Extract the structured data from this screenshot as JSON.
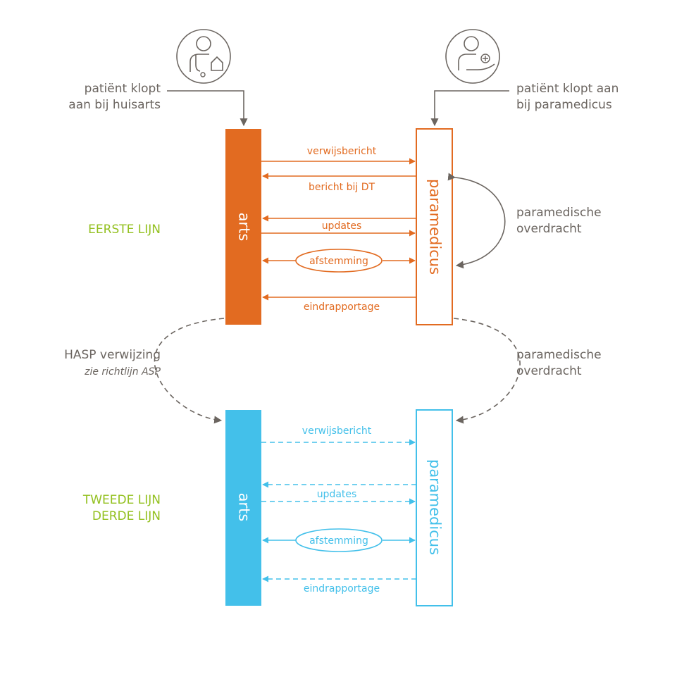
{
  "colors": {
    "orange": "#e26b21",
    "blue": "#43c0ea",
    "gray": "#6b6560",
    "green": "#93c01f"
  },
  "icons": {
    "huisarts": "doctor-home-icon",
    "paramedicus": "caregiver-hand-icon"
  },
  "entry": {
    "huisarts": [
      "patiënt klopt",
      "aan bij huisarts"
    ],
    "paramedicus": [
      "patiënt klopt aan",
      "bij paramedicus"
    ]
  },
  "eerste": {
    "lijn_label": "EERSTE LIJN",
    "arts": "arts",
    "paramedicus": "paramedicus",
    "messages": {
      "verwijsbericht": "verwijsbericht",
      "bericht_dt": "bericht bij DT",
      "updates": "updates",
      "afstemming": "afstemming",
      "eindrapportage": "eindrapportage"
    },
    "overdracht": [
      "paramedische",
      "overdracht"
    ]
  },
  "transition": {
    "hasp": "HASP verwijzing",
    "hasp_note": "zie richtlijn ASP",
    "overdracht": [
      "paramedische",
      "overdracht"
    ]
  },
  "tweede": {
    "lijn_labels": [
      "TWEEDE LIJN",
      "DERDE LIJN"
    ],
    "arts": "arts",
    "paramedicus": "paramedicus",
    "messages": {
      "verwijsbericht": "verwijsbericht",
      "updates": "updates",
      "afstemming": "afstemming",
      "eindrapportage": "eindrapportage"
    }
  }
}
